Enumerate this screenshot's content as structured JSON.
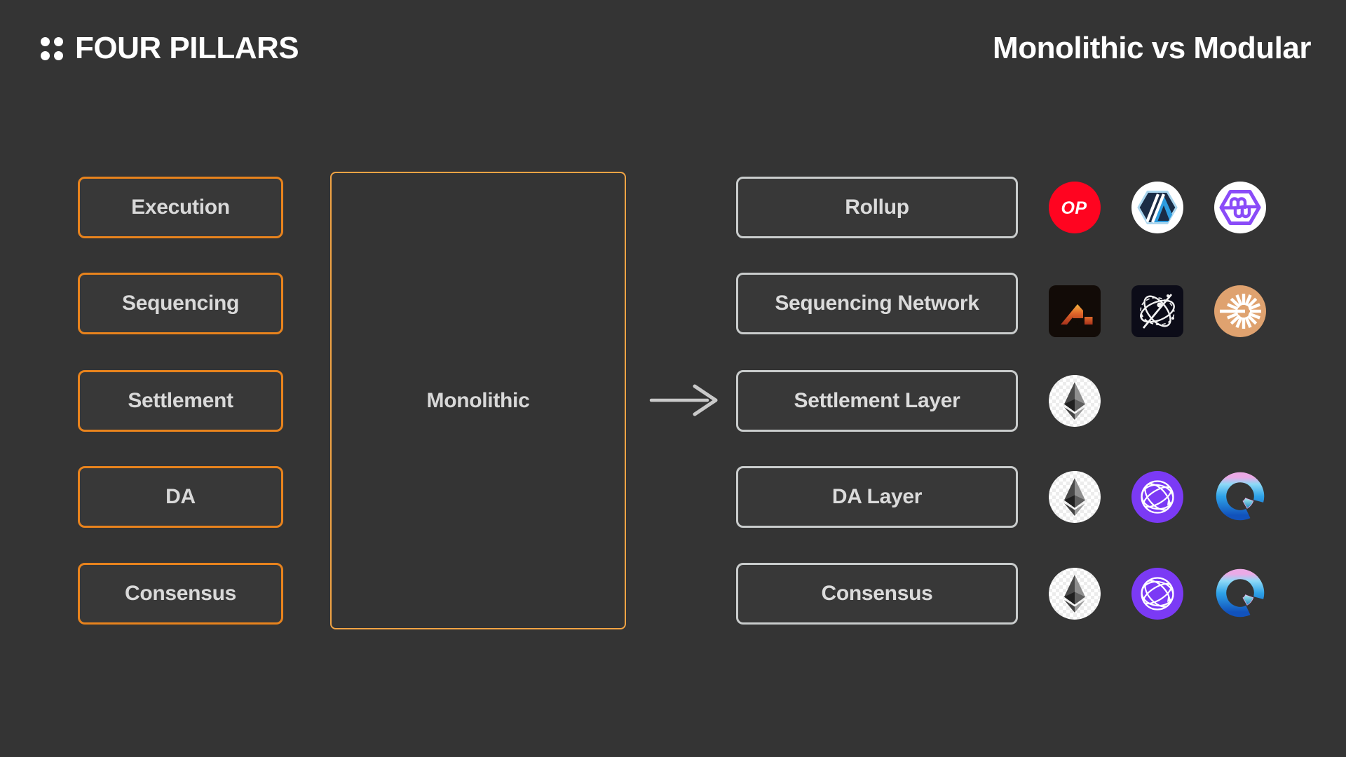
{
  "header": {
    "logo_text": "FOUR PILLARS",
    "title": "Monolithic vs Modular"
  },
  "left_column": {
    "items": [
      {
        "label": "Execution"
      },
      {
        "label": "Sequencing"
      },
      {
        "label": "Settlement"
      },
      {
        "label": "DA"
      },
      {
        "label": "Consensus"
      }
    ]
  },
  "monolithic_box": {
    "label": "Monolithic"
  },
  "right_column": {
    "rows": [
      {
        "label": "Rollup",
        "icons": [
          "optimism",
          "arbitrum",
          "purple-hexagon"
        ]
      },
      {
        "label": "Sequencing Network",
        "icons": [
          "astria",
          "orbit-network",
          "espresso"
        ]
      },
      {
        "label": "Settlement Layer",
        "icons": [
          "ethereum"
        ]
      },
      {
        "label": "DA Layer",
        "icons": [
          "ethereum",
          "wireframe-sphere",
          "blue-ring"
        ]
      },
      {
        "label": "Consensus",
        "icons": [
          "ethereum",
          "wireframe-sphere",
          "blue-ring"
        ]
      }
    ]
  },
  "icons": {
    "optimism_label": "OP"
  },
  "colors": {
    "background": "#343434",
    "pillar_border_orange": "#E8831D",
    "monolithic_border_orange": "#F2A444",
    "right_border_gray": "#C9CCCC",
    "label_text": "#D9D9D9",
    "title_text": "#FFFFFF",
    "optimism_red": "#FF0420",
    "arbitrum_navy": "#1B2C45",
    "arbitrum_blue": "#2D9DE0",
    "hexagon_purple": "#8A4BF8",
    "espresso_tan": "#DFA26F",
    "sphere_purple": "#7B3AF5"
  }
}
